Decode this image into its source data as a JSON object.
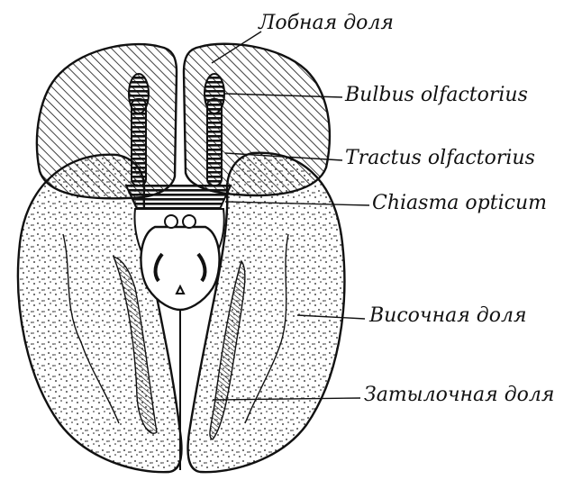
{
  "labels": {
    "frontal_lobe": "Лобная доля",
    "bulbus": "Bulbus olfactorius",
    "tractus": "Tractus olfactorius",
    "chiasma": "Chiasma opticum",
    "temporal_lobe": "Височная доля",
    "occipital_lobe": "Затылочная доля"
  },
  "colors": {
    "ink": "#111111",
    "background": "#ffffff"
  }
}
